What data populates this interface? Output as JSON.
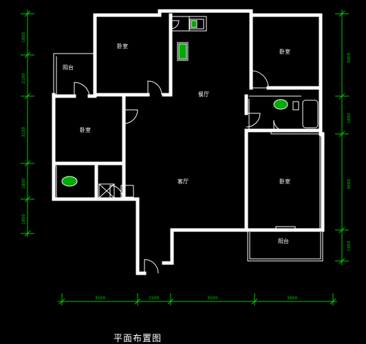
{
  "title": "平面布置图",
  "rooms": {
    "bedroom_top_left": "卧室",
    "bedroom_top_right": "卧室",
    "balcony_left": "阳台",
    "dining": "餐厅",
    "bedroom_left": "卧室",
    "living": "客厅",
    "bedroom_right": "卧室",
    "balcony_bottom": "阳台"
  },
  "dimensions": {
    "bottom": [
      "3500",
      "1500",
      "3500",
      "3600"
    ],
    "left": [
      "1800",
      "2100",
      "3150",
      "1800",
      "1950"
    ],
    "right": [
      "3900",
      "1800",
      "3600",
      "1900"
    ]
  }
}
